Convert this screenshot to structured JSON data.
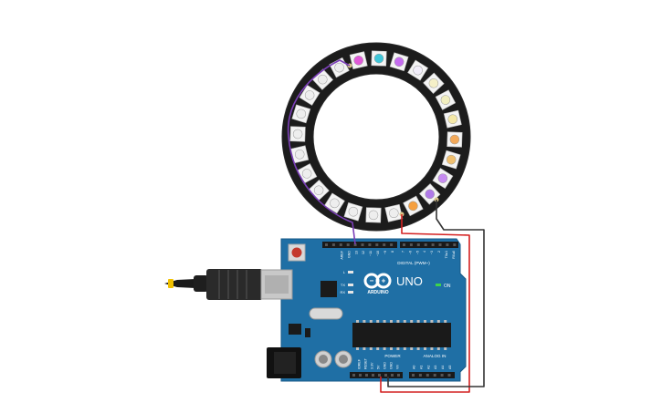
{
  "board": {
    "logo_label": "ARDUINO",
    "model": "UNO",
    "on_label": "ON",
    "digital_header": "DIGITAL (PWM~)",
    "analog_header": "ANALOG IN",
    "power_header": "POWER",
    "led_labels": [
      "L",
      "TX",
      "RX"
    ],
    "top_pins": [
      "AREF",
      "GND",
      "13",
      "12",
      "~11",
      "~10",
      "~9",
      "8",
      "7",
      "~6",
      "~5",
      "4",
      "~3",
      "2",
      "TX▸1",
      "RX◂0"
    ],
    "power_pins": [
      "IOREF",
      "RESET",
      "3.3V",
      "5V",
      "GND",
      "GND",
      "Vin"
    ],
    "analog_pins": [
      "A0",
      "A1",
      "A2",
      "A3",
      "A4",
      "A5"
    ]
  },
  "ring": {
    "pixel_count": 24,
    "pixel_colors": [
      "#e05ad8",
      "#3fc6d8",
      "#c56cf0",
      "#f2eefa",
      "#f5f0c8",
      "#f2efc0",
      "#f4e8a8",
      "#f2a95a",
      "#f0c070",
      "#c78cf0",
      "#b07ae8",
      "#f5a040",
      "#eeeeee",
      "#eeeeee",
      "#eeeeee",
      "#eeeeee",
      "#eeeeee",
      "#eeeeee",
      "#eeeeee",
      "#eeeeee",
      "#eeeeee",
      "#eeeeee",
      "#eeeeee",
      "#eeeeee"
    ]
  },
  "wires": {
    "data": "#7b3fb8",
    "power": "#d42020",
    "ground": "#333333"
  }
}
